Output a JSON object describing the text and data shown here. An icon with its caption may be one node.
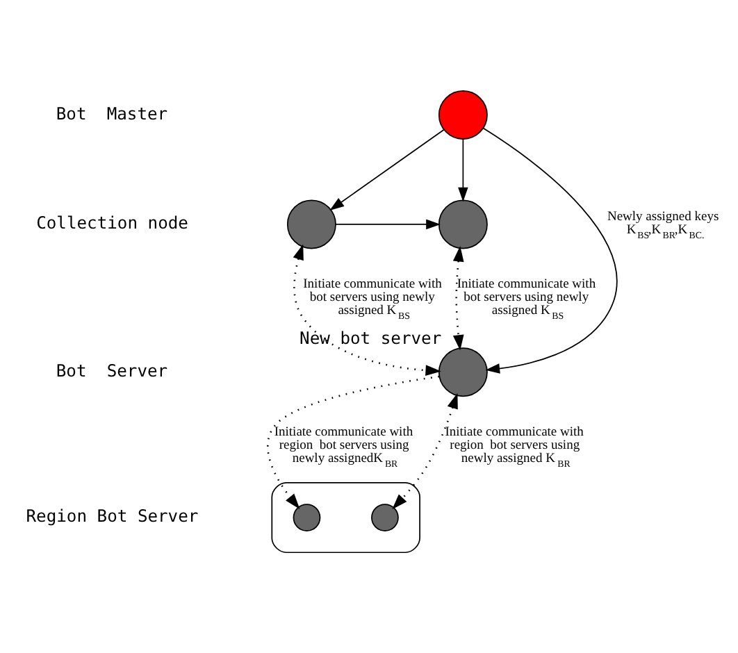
{
  "diagram": {
    "nodes": [
      {
        "text": [],
        "shape": "circle"
      },
      {
        "text": [],
        "shape": "circle"
      },
      {
        "text": [],
        "shape": "circle"
      },
      {
        "text": [],
        "shape": "circle",
        "beside": [
          "New bot server"
        ]
      },
      {
        "text": [],
        "shape": "ellipse"
      },
      {
        "text": [],
        "shape": "circle",
        "in": 4
      },
      {
        "text": [],
        "shape": "circle",
        "in": 4
      }
    ],
    "edges": [
      {
        "from": 0,
        "to": 2,
        "arrow": "to"
      },
      {
        "from": 0,
        "to": 1,
        "arrow": "to"
      },
      {
        "from": 2,
        "to": 1,
        "arrow": "to"
      },
      {
        "from": 0,
        "to": 3,
        "arrow": "to",
        "label": "Newly assigned keys K$_{BS}$,K$_{BR}$,K$_{BC.}$"
      },
      {
        "from": 3,
        "to": 1,
        "arrow": "both",
        "style": "dashed",
        "label": "Initiate communicate with bot servers using newly assigned K$_{BS}$"
      },
      {
        "from": 3,
        "to": 2,
        "arrow": "both",
        "style": "dashed",
        "label": "Initiate communicate with bot servers using newly assigned K$_{BS}$"
      },
      {
        "from": 3,
        "to": 5,
        "arrow": "to",
        "style": "dashed",
        "label": "Initiate communicate with region  bot servers using newly assignedK$_{BR}$"
      },
      {
        "from": 3,
        "to": 6,
        "arrow": "both",
        "style": "dashed",
        "label": "Initiate communicate with region  bot servers using newly assigned K$_{BR}$"
      }
    ],
    "labels": [
      "Bot  Master",
      "Collection node",
      "Bot  Server",
      "Region Bot Server"
    ]
  }
}
